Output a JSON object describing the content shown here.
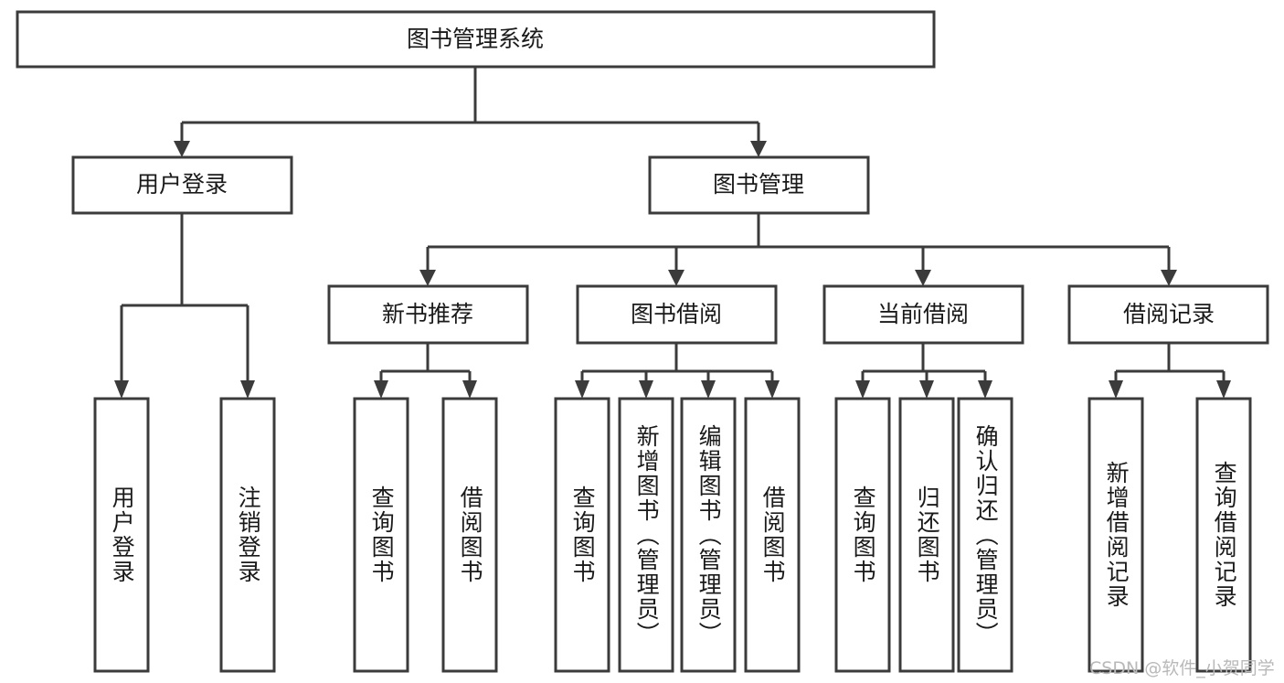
{
  "diagram": {
    "type": "tree",
    "title": "图书管理系统",
    "orientation": "top-down",
    "colors": {
      "stroke": "#3b3b3b",
      "fill": "#ffffff",
      "text": "#1a1a1a",
      "watermark": "#b9b9b9"
    },
    "root": {
      "label": "图书管理系统"
    },
    "level1": [
      {
        "label": "用户登录"
      },
      {
        "label": "图书管理"
      }
    ],
    "level2": [
      {
        "label": "新书推荐"
      },
      {
        "label": "图书借阅"
      },
      {
        "label": "当前借阅"
      },
      {
        "label": "借阅记录"
      }
    ],
    "leaves": {
      "user_login": [
        {
          "label": "用户登录"
        },
        {
          "label": "注销登录"
        }
      ],
      "new_book_recommend": [
        {
          "label": "查询图书"
        },
        {
          "label": "借阅图书"
        }
      ],
      "book_borrow": [
        {
          "label": "查询图书"
        },
        {
          "label": "新增图书（管理员）"
        },
        {
          "label": "编辑图书（管理员）"
        },
        {
          "label": "借阅图书"
        }
      ],
      "current_borrow": [
        {
          "label": "查询图书"
        },
        {
          "label": "归还图书"
        },
        {
          "label": "确认归还（管理员）"
        }
      ],
      "borrow_record": [
        {
          "label": "新增借阅记录"
        },
        {
          "label": "查询借阅记录"
        }
      ]
    }
  },
  "watermark": {
    "text": "CSDN @软件_小贺同学"
  }
}
